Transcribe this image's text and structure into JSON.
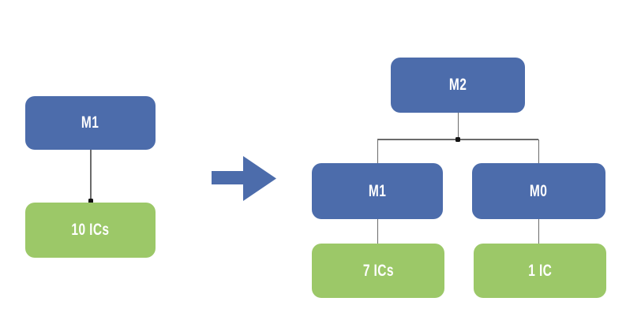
{
  "diagram": {
    "description": "Module hierarchy transformation: single module with ICs decomposed into a parent with two child modules",
    "before": {
      "root_label": "M1",
      "leaf_label": "10 ICs"
    },
    "arrow_icon": "right-block-arrow",
    "after": {
      "root_label": "M2",
      "left_child_label": "M1",
      "right_child_label": "M0",
      "left_leaf_label": "7 ICs",
      "right_leaf_label": "1 IC"
    }
  },
  "colors": {
    "module_blue": "#4c6cab",
    "ic_green": "#9cc868",
    "connector_gray": "#6b6b6b",
    "junction_black": "#141414",
    "text_white": "#ffffff",
    "background": "#ffffff"
  }
}
